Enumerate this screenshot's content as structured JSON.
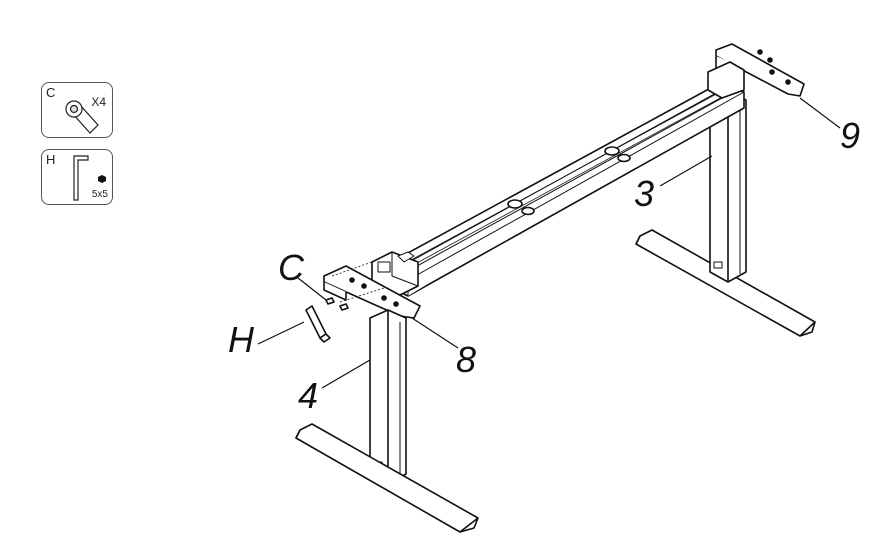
{
  "hardware": [
    {
      "letter": "C",
      "quantity": "X4",
      "icon": "screw-icon"
    },
    {
      "letter": "H",
      "size": "5x5",
      "icon": "hex-key-icon"
    }
  ],
  "callouts": {
    "c": "C",
    "h": "H",
    "four": "4",
    "three": "3",
    "eight": "8",
    "nine": "9"
  },
  "colors": {
    "line": "#111111",
    "box_border": "#555555"
  }
}
